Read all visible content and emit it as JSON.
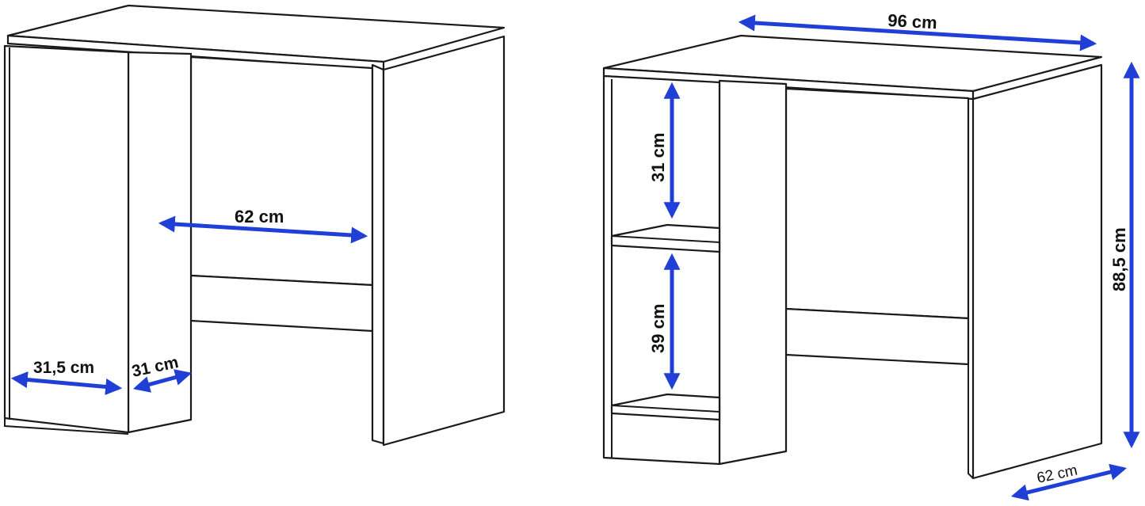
{
  "colors": {
    "arrow": "#1f3fd6",
    "outline": "#1a1a1a",
    "background": "#ffffff"
  },
  "left_view": {
    "dimensions": {
      "knee_space_width": "62 cm",
      "door_width": "31,5 cm",
      "side_depth": "31 cm"
    }
  },
  "right_view": {
    "dimensions": {
      "top_width": "96 cm",
      "height": "88,5 cm",
      "depth": "62 cm",
      "upper_shelf_height": "31 cm",
      "lower_shelf_height": "39 cm"
    }
  }
}
